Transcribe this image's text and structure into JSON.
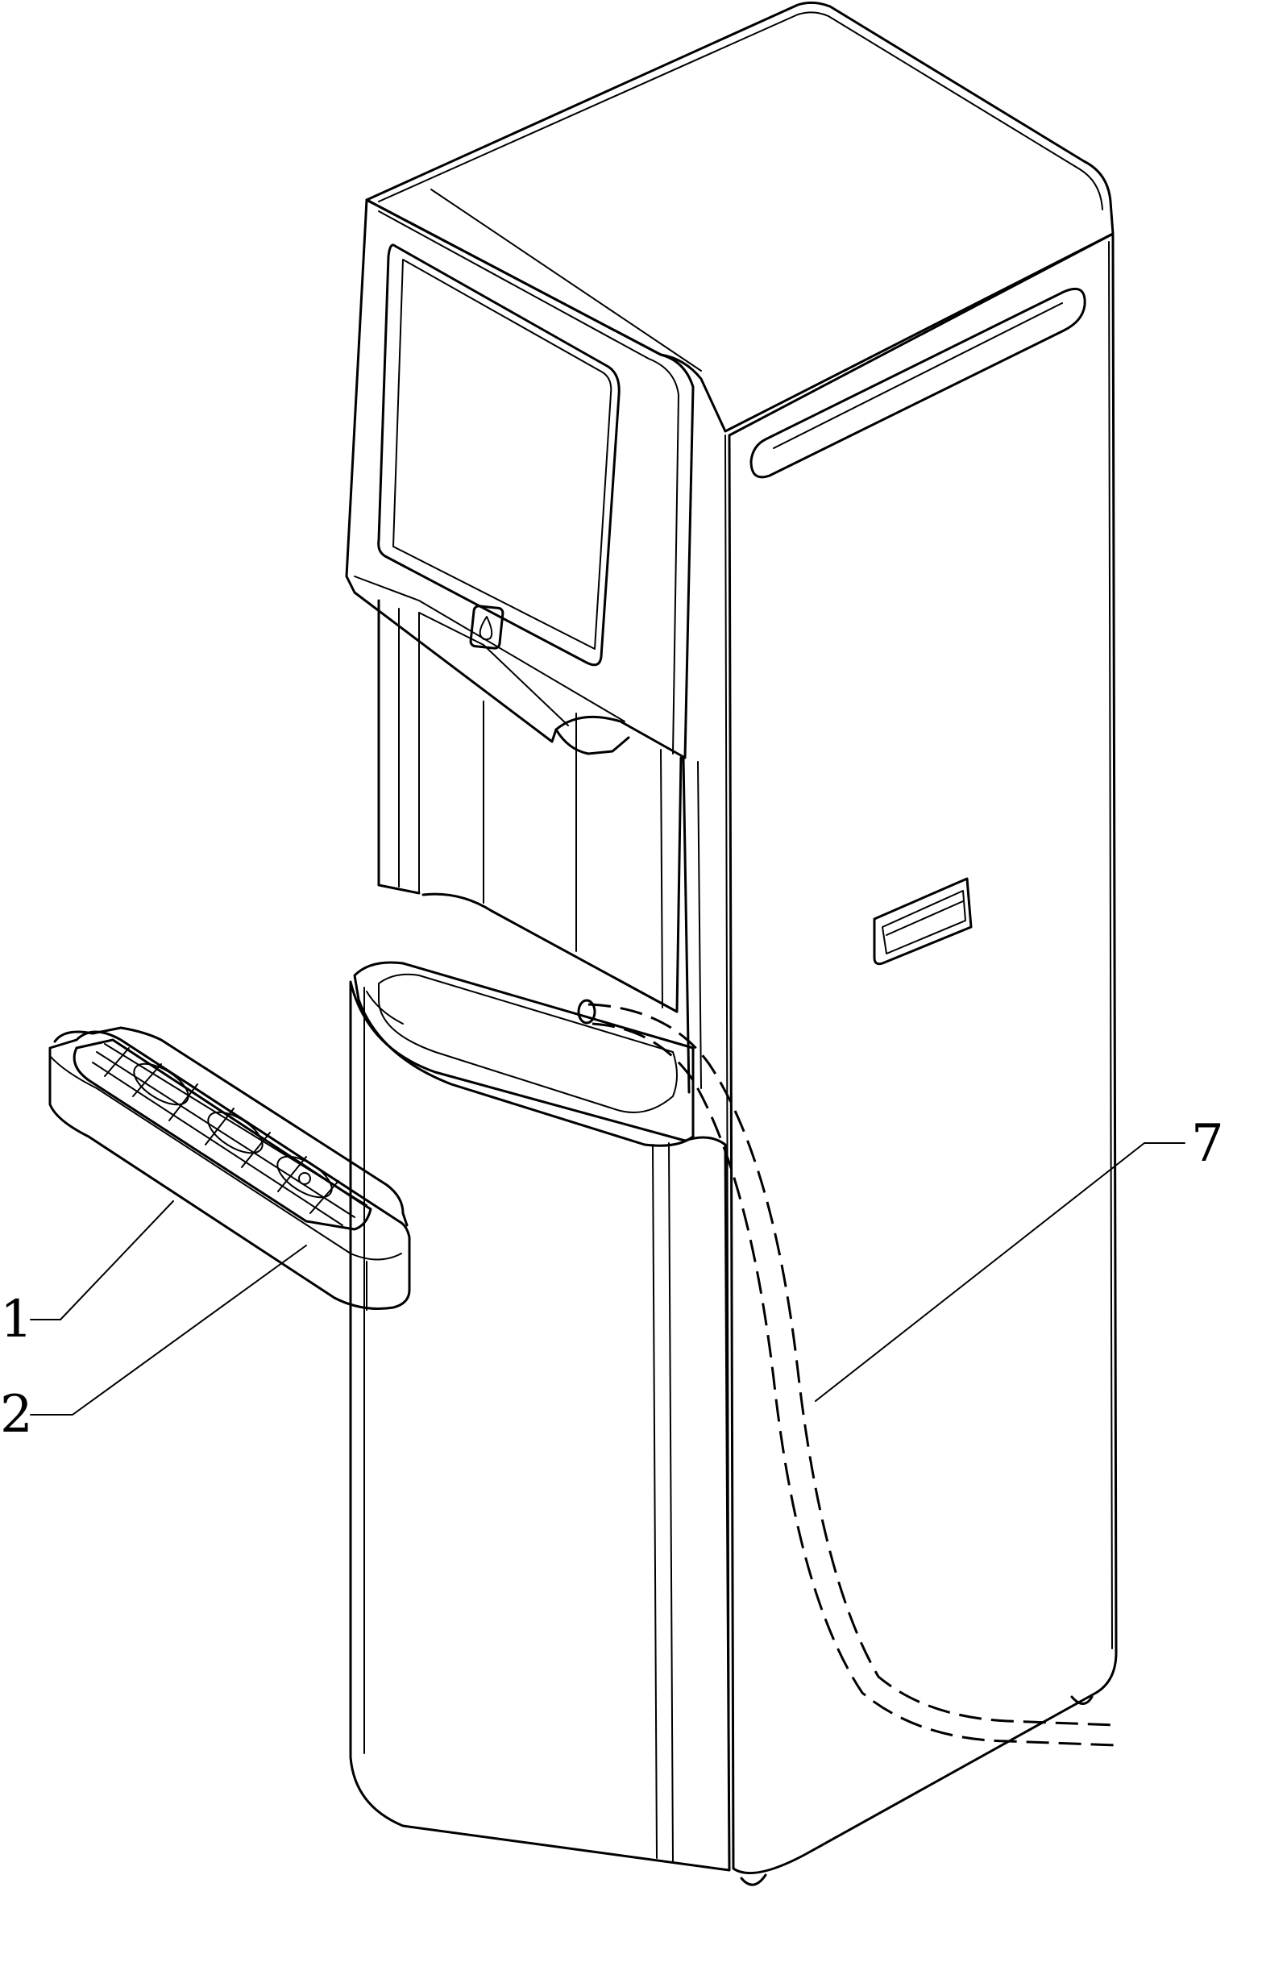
{
  "labels": {
    "drip_tray": "1",
    "tray_grille": "2",
    "drain_hose": "7"
  },
  "colors": {
    "ink": "#000000",
    "paper": "#ffffff"
  },
  "icons": {
    "dispense_button": "water-drop-icon"
  }
}
